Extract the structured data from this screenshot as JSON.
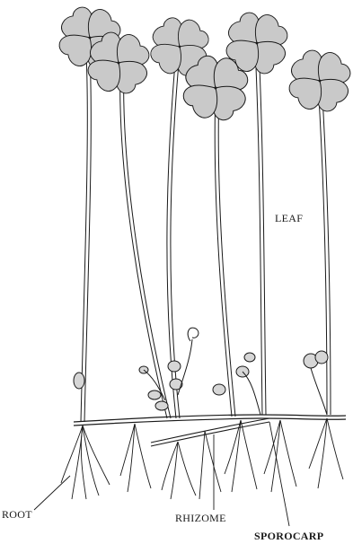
{
  "labels": {
    "leaf": "LEAF",
    "root": "ROOT",
    "rhizome": "RHIZOME",
    "sporocarp": "SPOROCARP"
  },
  "colors": {
    "leaflet_fill": "#c9c9c9",
    "stroke": "#1a1a1a",
    "background": "#ffffff"
  }
}
